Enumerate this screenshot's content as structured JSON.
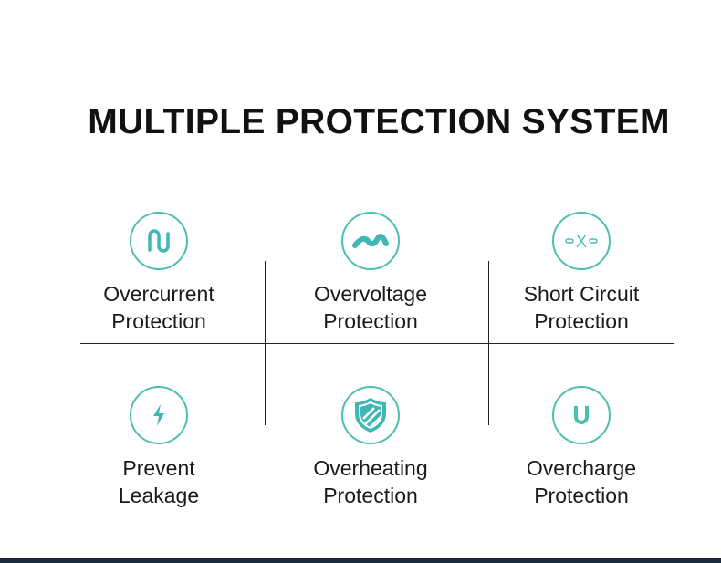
{
  "title": "MULTIPLE PROTECTION SYSTEM",
  "accent_color": "#4dbfb0",
  "features": [
    {
      "icon": "wave-u-icon",
      "line1": "Overcurrent",
      "line2": "Protection"
    },
    {
      "icon": "voltage-wave-icon",
      "line1": "Overvoltage",
      "line2": "Protection"
    },
    {
      "icon": "short-circuit-icon",
      "line1": "Short Circuit",
      "line2": "Protection"
    },
    {
      "icon": "lightning-icon",
      "line1": "Prevent",
      "line2": "Leakage"
    },
    {
      "icon": "shield-icon",
      "line1": "Overheating",
      "line2": "Protection"
    },
    {
      "icon": "u-letter-icon",
      "line1": "Overcharge",
      "line2": "Protection"
    }
  ]
}
